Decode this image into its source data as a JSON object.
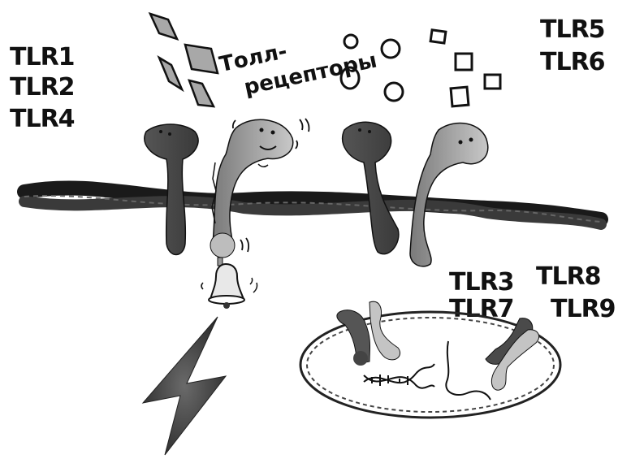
{
  "title": {
    "line1": "Толл-",
    "line2": "рецепторы"
  },
  "labels": {
    "group_left": [
      "TLR1",
      "TLR2",
      "TLR4"
    ],
    "group_right_top": [
      "TLR5",
      "TLR6"
    ],
    "group_endo_left": [
      "TLR3",
      "TLR7"
    ],
    "group_endo_right": [
      "TLR8",
      "TLR9"
    ]
  },
  "colors": {
    "ink": "#111111",
    "membrane": "#2a2a2a",
    "receptor_dark": "#4a4a4a",
    "receptor_light": "#9a9a9a",
    "lightning": "#3a3a3a"
  },
  "icons": [
    "bell-icon",
    "lightning-icon",
    "diamond-ligand-icon",
    "circle-ligand-icon",
    "square-ligand-icon",
    "dna-icon"
  ]
}
